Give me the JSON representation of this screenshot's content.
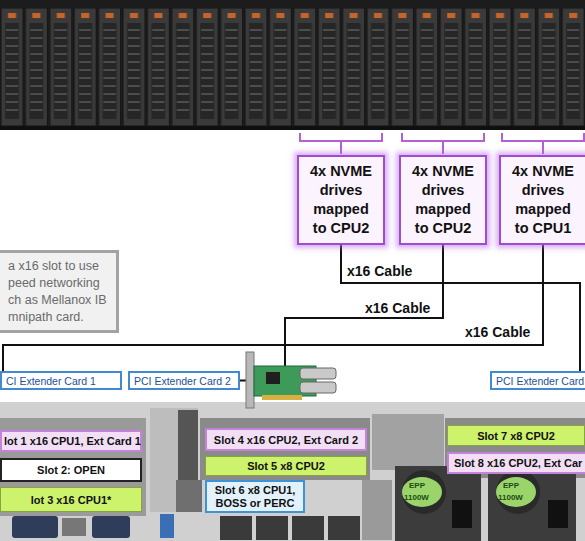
{
  "diagram": {
    "nodes": [
      {
        "text": [
          "4x NVME drives mapped to CPU2"
        ]
      },
      {
        "text": [
          "4x NVME drives mapped to CPU2"
        ]
      },
      {
        "text": [
          "4x NVME drives mapped to CPU1"
        ]
      },
      {
        "text": [
          "a x16 slot to use peed networking ch as Mellanox IB mnipath card."
        ]
      },
      {
        "text": [
          "CI Extender Card 1"
        ]
      },
      {
        "text": [
          "PCI Extender Card 2"
        ]
      },
      {
        "text": [
          "PCI Extender Card"
        ]
      },
      {
        "text": [
          "lot 1 x16 CPU1, Ext Card 1"
        ]
      },
      {
        "text": [
          "Slot 4 x16 CPU2, Ext Card 2"
        ]
      },
      {
        "text": [
          "Slot 7 x8 CPU2"
        ]
      },
      {
        "text": [
          "Slot 2: OPEN"
        ]
      },
      {
        "text": [
          "Slot 5 x8 CPU2"
        ]
      },
      {
        "text": [
          "Slot 8 x16 CPU2, Ext Car"
        ]
      },
      {
        "text": [
          "lot 3 x16 CPU1*"
        ]
      },
      {
        "text": [
          "Slot 6 x8 CPU1, BOSS or PERC"
        ]
      }
    ],
    "edges": [
      {
        "from": 0,
        "to": 6,
        "label": "x16 Cable",
        "arrow": "none"
      },
      {
        "from": 1,
        "to": 5,
        "label": "x16 Cable",
        "arrow": "none"
      },
      {
        "from": 2,
        "to": 4,
        "label": "x16 Cable",
        "arrow": "none"
      }
    ],
    "labels": [
      "EPP",
      "1100W",
      "EPP",
      "1100W"
    ]
  }
}
